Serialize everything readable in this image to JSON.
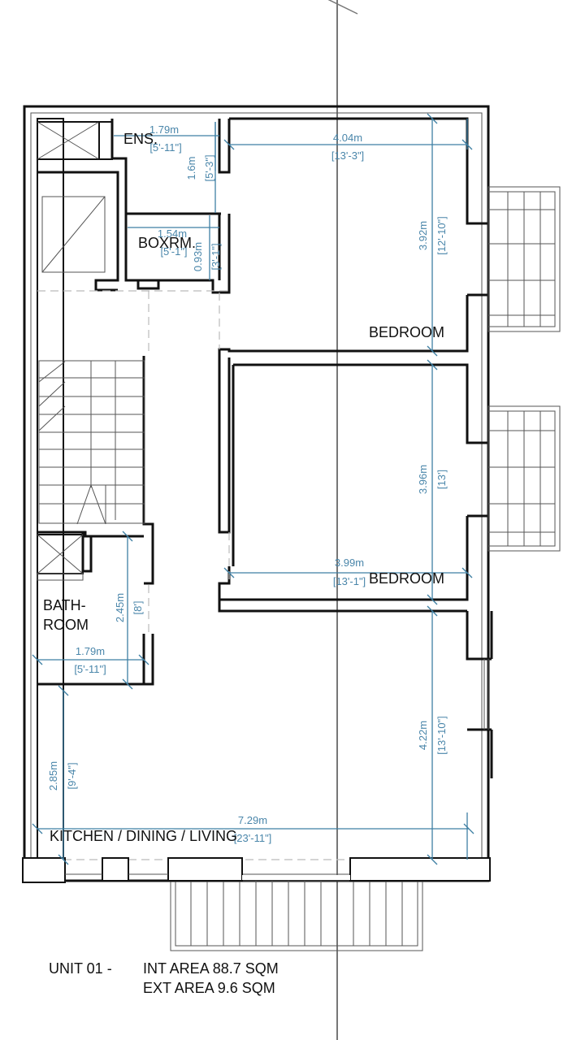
{
  "rooms": {
    "ensuite": "ENS.",
    "boxroom": "BOXRM.",
    "bedroom_1": "BEDROOM",
    "bedroom_2": "BEDROOM",
    "bathroom_line1": "BATH-",
    "bathroom_line2": "ROOM",
    "kitchen": "KITCHEN / DINING / LIVING"
  },
  "dimensions": {
    "ens_width_m": "1.79m",
    "ens_width_ft": "[5'-11\"]",
    "ens_depth_m": "1.6m",
    "ens_depth_ft": "[5'-3\"]",
    "bed1_width_m": "4.04m",
    "bed1_width_ft": "[13'-3\"]",
    "bed1_depth_m": "3.92m",
    "bed1_depth_ft": "[12'-10\"]",
    "box_width_m": "1.54m",
    "box_width_ft": "[5'-1\"]",
    "box_depth_m": "0.93m",
    "box_depth_ft": "[3'-1\"]",
    "bed2_depth_m": "3.96m",
    "bed2_depth_ft": "[13']",
    "bed2_width_m": "3.99m",
    "bed2_width_ft": "[13'-1\"]",
    "bath_depth_m": "2.45m",
    "bath_depth_ft": "[8']",
    "bath_width_m": "1.79m",
    "bath_width_ft": "[5'-11\"]",
    "living_depth_m": "4.22m",
    "living_depth_ft": "[13'-10\"]",
    "kitchen_depth_m": "2.85m",
    "kitchen_depth_ft": "[9'-4\"]",
    "living_width_m": "7.29m",
    "living_width_ft": "[23'-11\"]"
  },
  "unit": {
    "label": "UNIT 01 -",
    "int_area": "INT AREA 88.7 SQM",
    "ext_area": "EXT AREA 9.6 SQM"
  }
}
